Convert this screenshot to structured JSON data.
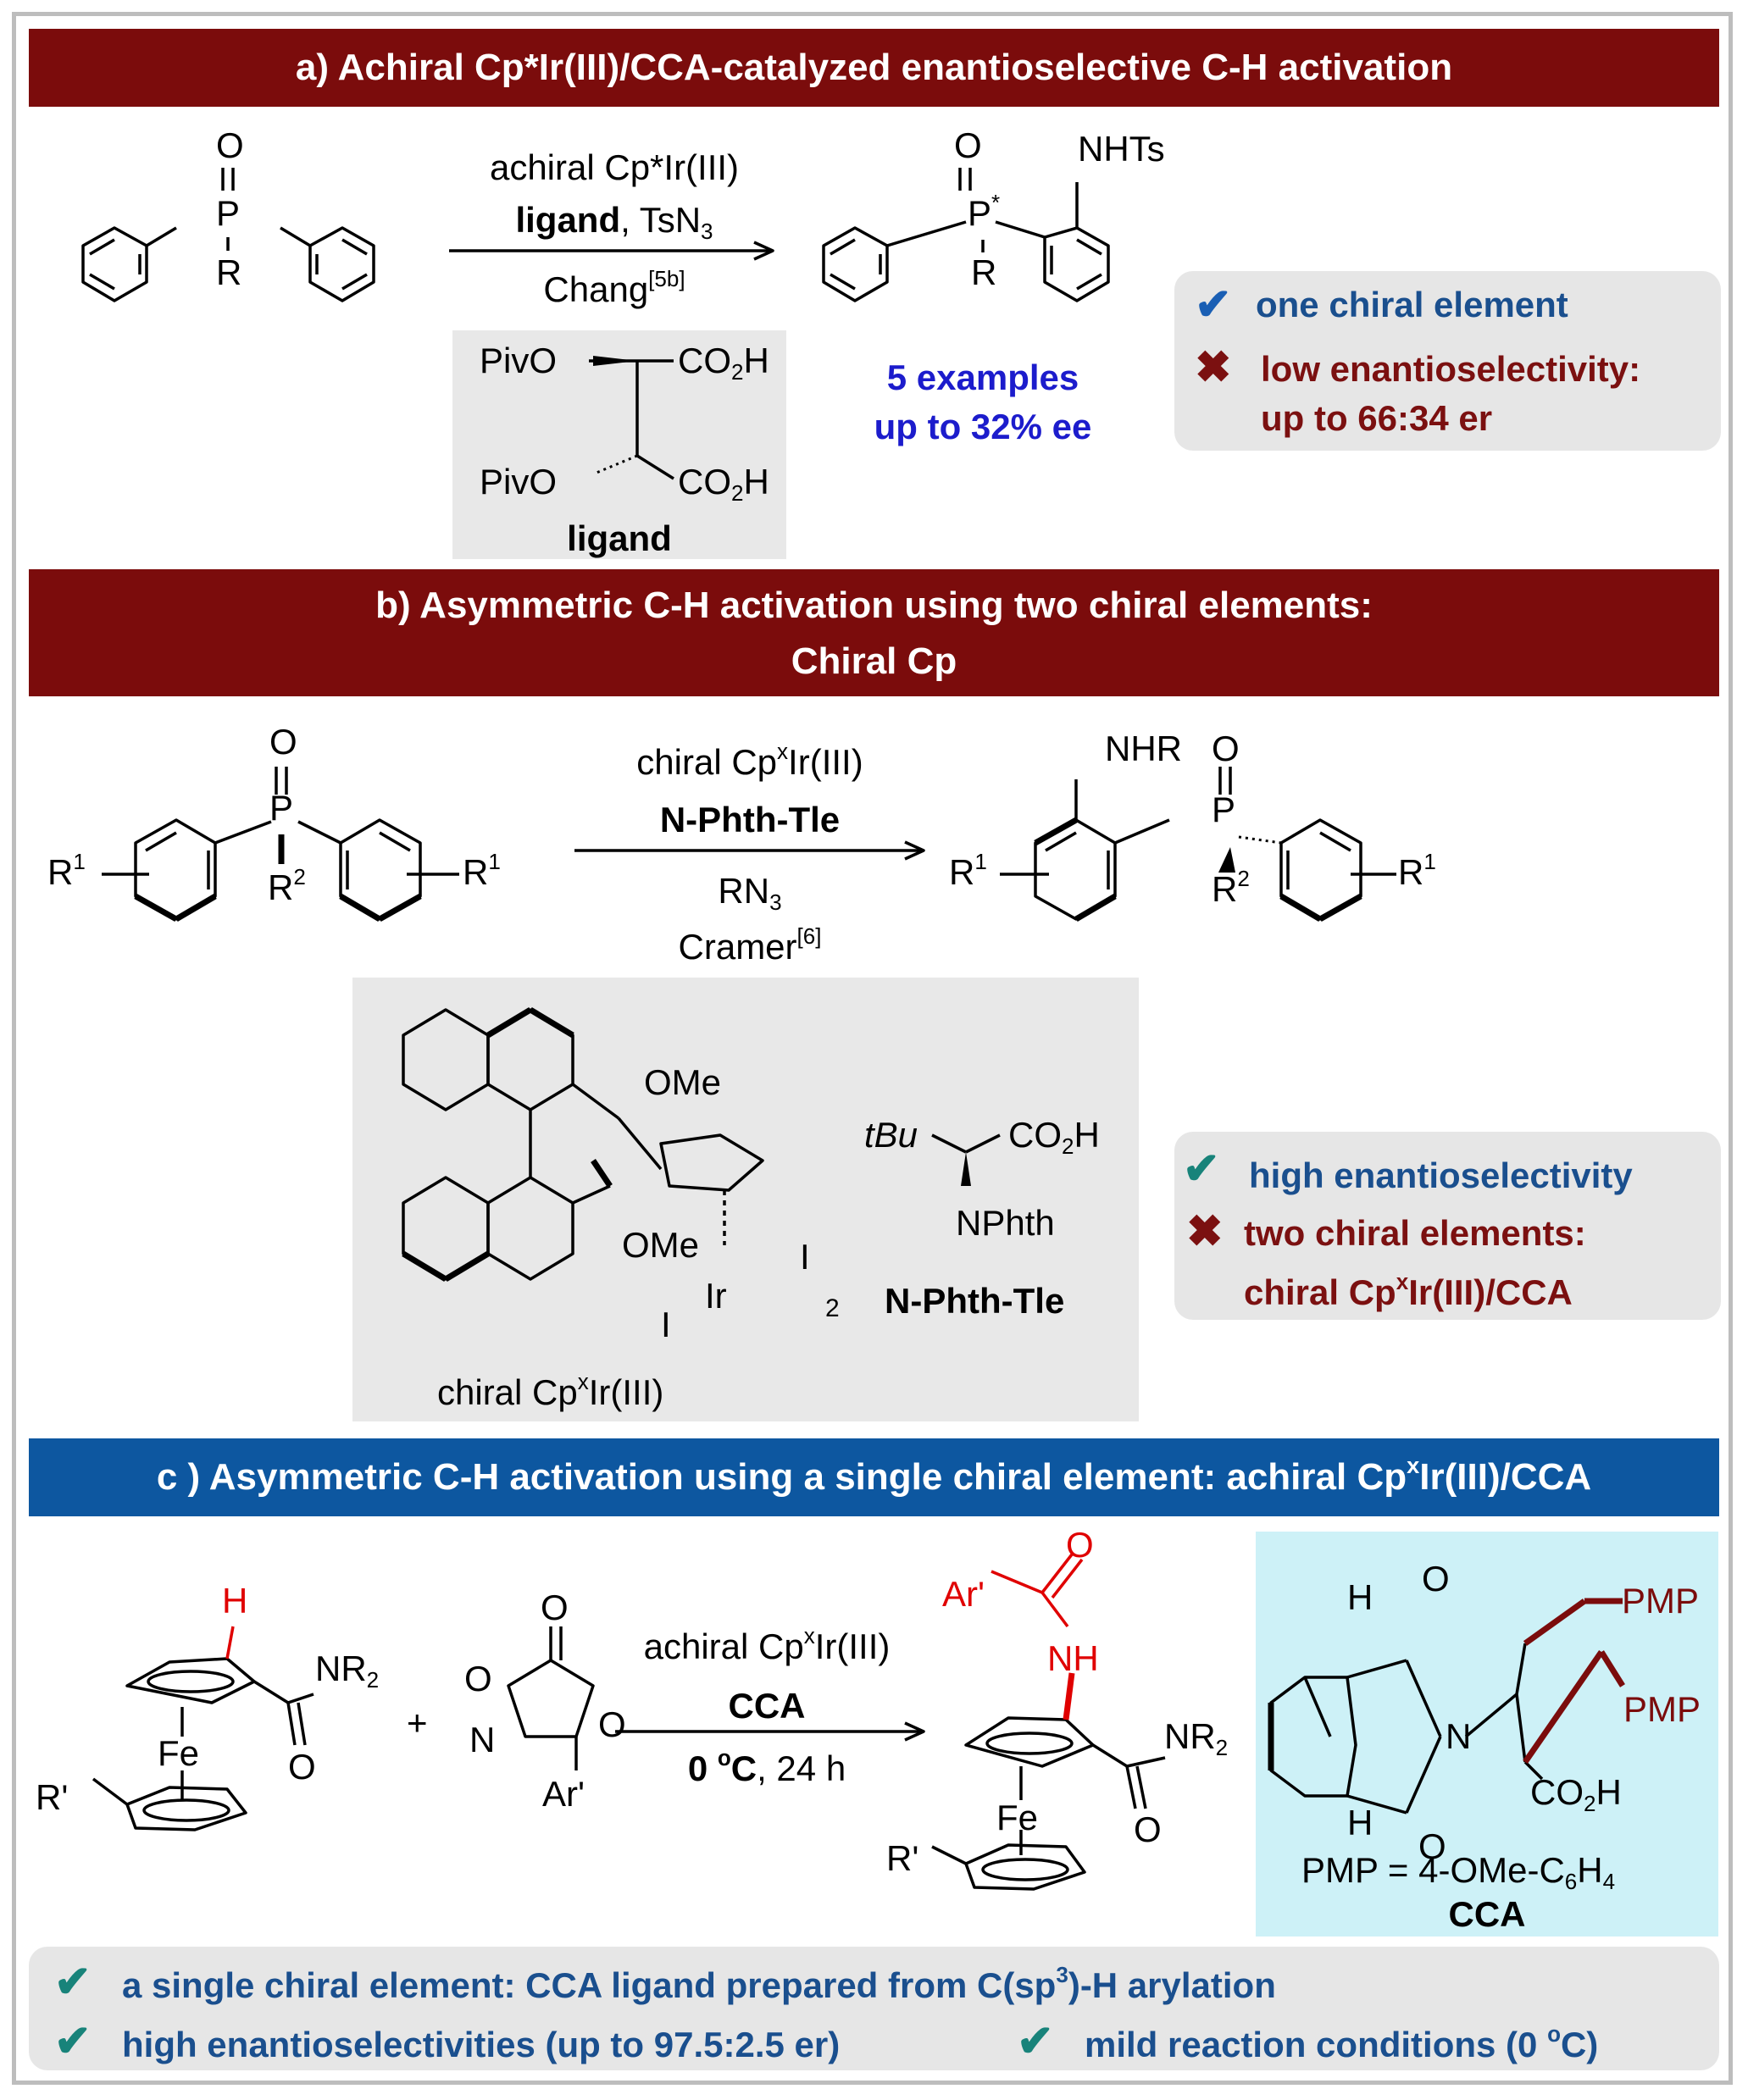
{
  "panel_a": {
    "title": "a) Achiral Cp*Ir(III)/CCA-catalyzed enantioselective C-H activation",
    "reagent_line1": "achiral Cp*Ir(III)",
    "reagent_ligand": "ligand",
    "reagent_tsn": ", TsN",
    "reagent_tsn_sub": "3",
    "reference": "Chang",
    "reference_sup": "[5b]",
    "ligand_piv1": "PivO",
    "ligand_co2h1": "CO",
    "ligand_piv2": "PivO",
    "ligand_co2h2": "CO",
    "ligand_h": "H",
    "ligand_sub": "2",
    "ligand_label": "ligand",
    "examples": "5 examples",
    "ee": "up to 32% ee",
    "pro": "one chiral element",
    "con1": "low enantioselectivity:",
    "con2": "up to 66:34 er",
    "sm_O": "O",
    "sm_P": "P",
    "sm_R": "R",
    "prod_O": "O",
    "prod_P": "P",
    "prod_star": "*",
    "prod_R": "R",
    "prod_NHTs": "NHTs"
  },
  "panel_b": {
    "title1": "b) Asymmetric C-H activation using two chiral elements:",
    "title2_a": "Chiral Cp",
    "title2_sup": "x",
    "title2_b": "Ir(III) catalyst and CCA ligand",
    "reagent_line1_a": "chiral Cp",
    "reagent_line1_sup": "x",
    "reagent_line1_b": "Ir(III)",
    "reagent_line2": "N-Phth-Tle",
    "reagent_line3": "RN",
    "reagent_line3_sub": "3",
    "reference": "Cramer",
    "reference_sup": "[6]",
    "cat_ome1": "OMe",
    "cat_ome2": "OMe",
    "cat_ir": "Ir",
    "cat_i1": "I",
    "cat_i2": "I",
    "cat_2": "2",
    "cat_label_a": "chiral Cp",
    "cat_label_sup": "x",
    "cat_label_b": "Ir(III)",
    "tle_tbu": "tBu",
    "tle_co2h": "CO",
    "tle_nphth": "NPhth",
    "tle_label": "N-Phth-Tle",
    "pro": "high enantioselectivity",
    "con1": "two chiral elements:",
    "con2_a": "chiral Cp",
    "con2_sup": "x",
    "con2_b": "Ir(III)/CCA",
    "R1": "R",
    "R1_sup": "1",
    "R2_sup": "2",
    "NHR": "NHR",
    "O": "O",
    "P": "P"
  },
  "panel_c": {
    "title_a": "c ) Asymmetric C-H activation using a single chiral element: achiral Cp",
    "title_sup": "x",
    "title_b": "Ir(III)/CCA",
    "reagent_line1_a": "achiral Cp",
    "reagent_line1_sup": "x",
    "reagent_line1_b": "Ir(III)",
    "reagent_line2": "CCA",
    "reagent_line3_a": "0 ",
    "reagent_line3_sup": "o",
    "reagent_line3_b": "C",
    "reagent_line3_c": ", 24 h",
    "sm_H": "H",
    "sm_NR2": "NR",
    "sm_O": "O",
    "Fe": "Fe",
    "Rprime": "R'",
    "plus": "+",
    "diox_O": "O",
    "diox_N": "N",
    "Arprime": "Ar'",
    "prod_NH": "NH",
    "cca_H": "H",
    "cca_O": "O",
    "cca_N": "N",
    "cca_PMP": "PMP",
    "cca_CO2H": "CO",
    "pmp_def_a": "PMP = 4-OMe-C",
    "pmp_def_sub1": "6",
    "pmp_def_b": "H",
    "pmp_def_sub2": "4",
    "cca_label": "CCA",
    "bullet1_a": "a single chiral element: CCA ligand prepared from C(sp",
    "bullet1_sup": "3",
    "bullet1_b": ")-H arylation",
    "bullet2": "high enantioselectivities (up to 97.5:2.5 er)",
    "bullet3_a": "mild reaction conditions (0 ",
    "bullet3_sup": "o",
    "bullet3_b": "C)"
  },
  "colors": {
    "banner_red": "#7b0c0c",
    "banner_blue": "#0d57a0",
    "highlight_red": "#e00000",
    "accent_teal": "#18837a",
    "check_blue": "#1a5fb4"
  },
  "icons": [
    "check-icon",
    "cross-icon"
  ]
}
